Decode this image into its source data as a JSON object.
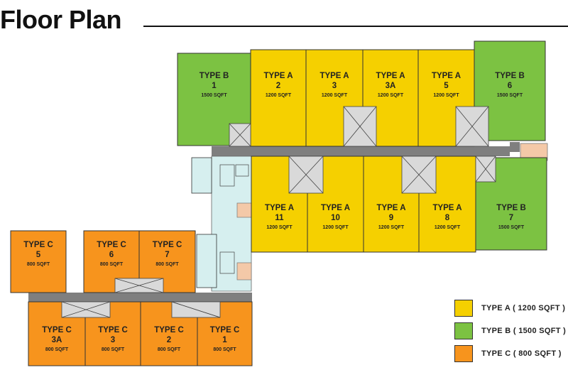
{
  "title": "Floor Plan",
  "colors": {
    "type_a": "#f5d000",
    "type_b": "#7cc242",
    "type_c": "#f7941d",
    "corridor": "#7f7f7f",
    "lobby": "#d6efef"
  },
  "units": [
    {
      "type_label": "TYPE B",
      "number": "1",
      "area": "1500 SQFT",
      "kind": "b"
    },
    {
      "type_label": "TYPE A",
      "number": "2",
      "area": "1200 SQFT",
      "kind": "a"
    },
    {
      "type_label": "TYPE A",
      "number": "3",
      "area": "1200 SQFT",
      "kind": "a"
    },
    {
      "type_label": "TYPE A",
      "number": "3A",
      "area": "1200 SQFT",
      "kind": "a"
    },
    {
      "type_label": "TYPE A",
      "number": "5",
      "area": "1200 SQFT",
      "kind": "a"
    },
    {
      "type_label": "TYPE B",
      "number": "6",
      "area": "1500 SQFT",
      "kind": "b"
    },
    {
      "type_label": "TYPE A",
      "number": "11",
      "area": "1200 SQFT",
      "kind": "a"
    },
    {
      "type_label": "TYPE A",
      "number": "10",
      "area": "1200 SQFT",
      "kind": "a"
    },
    {
      "type_label": "TYPE A",
      "number": "9",
      "area": "1200 SQFT",
      "kind": "a"
    },
    {
      "type_label": "TYPE A",
      "number": "8",
      "area": "1200 SQFT",
      "kind": "a"
    },
    {
      "type_label": "TYPE B",
      "number": "7",
      "area": "1500 SQFT",
      "kind": "b"
    },
    {
      "type_label": "TYPE C",
      "number": "5",
      "area": "800 SQFT",
      "kind": "c"
    },
    {
      "type_label": "TYPE C",
      "number": "6",
      "area": "800 SQFT",
      "kind": "c"
    },
    {
      "type_label": "TYPE C",
      "number": "7",
      "area": "800 SQFT",
      "kind": "c"
    },
    {
      "type_label": "TYPE C",
      "number": "3A",
      "area": "800 SQFT",
      "kind": "c"
    },
    {
      "type_label": "TYPE C",
      "number": "3",
      "area": "800 SQFT",
      "kind": "c"
    },
    {
      "type_label": "TYPE C",
      "number": "2",
      "area": "800 SQFT",
      "kind": "c"
    },
    {
      "type_label": "TYPE C",
      "number": "1",
      "area": "800 SQFT",
      "kind": "c"
    }
  ],
  "legend": [
    {
      "label": "TYPE A ( 1200 SQFT )",
      "kind": "a"
    },
    {
      "label": "TYPE B ( 1500 SQFT )",
      "kind": "b"
    },
    {
      "label": "TYPE C ( 800 SQFT )",
      "kind": "c"
    }
  ]
}
